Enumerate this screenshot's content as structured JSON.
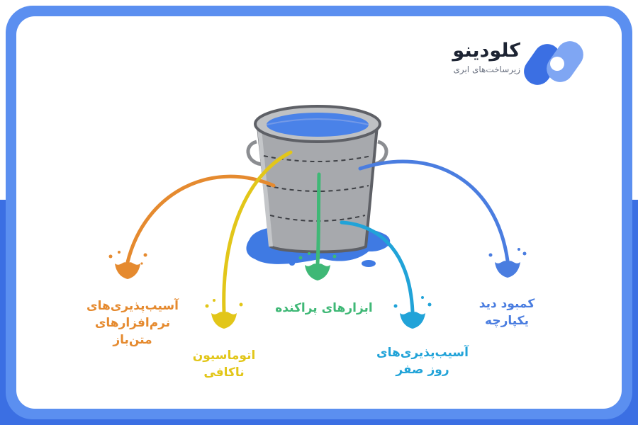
{
  "brand": {
    "name": "کلودینو",
    "tagline": "زیرساخت‌های ابری",
    "colors": {
      "primary": "#3b6fe3",
      "light": "#5b8ff0"
    }
  },
  "items": [
    {
      "id": "software",
      "lines": [
        "آسیب‌پذیری‌های",
        "نرم‌افزارهای",
        "متن‌باز"
      ],
      "color": "#e58a2f"
    },
    {
      "id": "automation",
      "lines": [
        "اتوماسیون",
        "ناکافی"
      ],
      "color": "#e2c619"
    },
    {
      "id": "tools",
      "lines": [
        "ابزارهای پراکنده"
      ],
      "color": "#3fb876"
    },
    {
      "id": "zeroday",
      "lines": [
        "آسیب‌پذیری‌های",
        "روز صفر"
      ],
      "color": "#21a3d8"
    },
    {
      "id": "visibility",
      "lines": [
        "کمبود دید",
        "یکپارچه"
      ],
      "color": "#4a7de0"
    }
  ],
  "icons": {
    "bucket": "leaking-bucket-icon",
    "logo": "cloudino-logo-icon",
    "splash": "splash-icon"
  }
}
